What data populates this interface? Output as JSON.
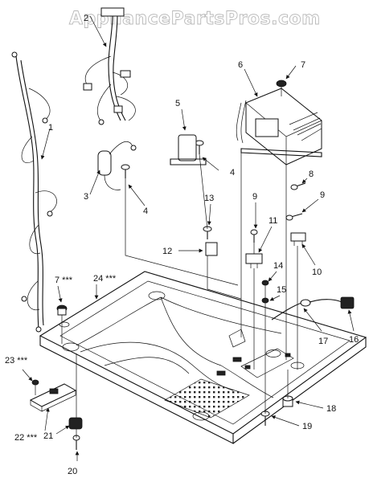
{
  "watermark": "AppliancePartsPros.com",
  "callouts": [
    {
      "label": "1"
    },
    {
      "label": "2"
    },
    {
      "label": "3"
    },
    {
      "label": "4"
    },
    {
      "label": "4"
    },
    {
      "label": "5"
    },
    {
      "label": "6"
    },
    {
      "label": "7"
    },
    {
      "label": "7 ***"
    },
    {
      "label": "8"
    },
    {
      "label": "9"
    },
    {
      "label": "9"
    },
    {
      "label": "10"
    },
    {
      "label": "11"
    },
    {
      "label": "12"
    },
    {
      "label": "13"
    },
    {
      "label": "14"
    },
    {
      "label": "15"
    },
    {
      "label": "16"
    },
    {
      "label": "17"
    },
    {
      "label": "18"
    },
    {
      "label": "19"
    },
    {
      "label": "20"
    },
    {
      "label": "21"
    },
    {
      "label": "22 ***"
    },
    {
      "label": "23 ***"
    },
    {
      "label": "24 ***"
    }
  ]
}
